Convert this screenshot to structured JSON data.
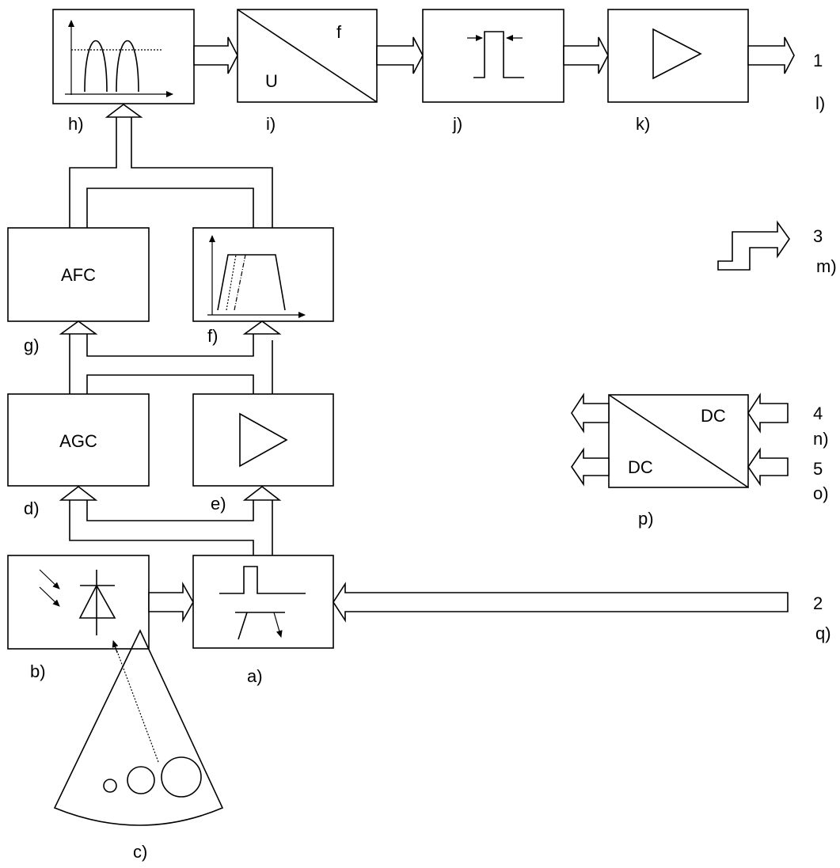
{
  "blocks": {
    "afc": "AFC",
    "agc": "AGC",
    "converter_top": "f",
    "converter_bottom": "U",
    "dcdc_top": "DC",
    "dcdc_bottom": "DC"
  },
  "labels": {
    "a": "a)",
    "b": "b)",
    "c": "c)",
    "d": "d)",
    "e": "e)",
    "f": "f)",
    "g": "g)",
    "h": "h)",
    "i": "i)",
    "j": "j)",
    "k": "k)",
    "l": "l)",
    "m": "m)",
    "n": "n)",
    "o": "o)",
    "p": "p)",
    "q": "q)"
  },
  "ports": {
    "out1": "1",
    "in2": "2",
    "port3": "3",
    "in4": "4",
    "in5": "5"
  }
}
